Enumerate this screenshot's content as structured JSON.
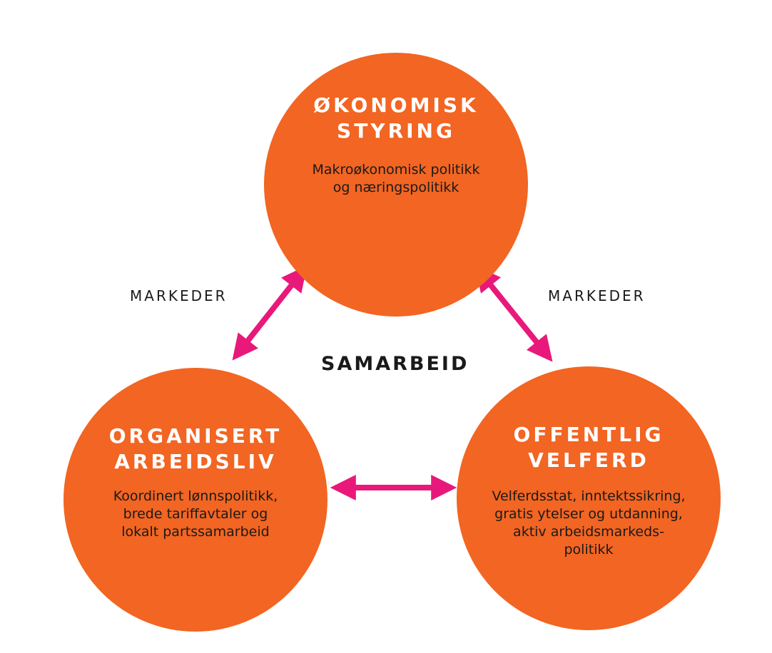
{
  "colors": {
    "circle_fill": "#f26522",
    "arrow": "#e8197a",
    "title_text": "#ffffff",
    "body_text": "#1a1a1a"
  },
  "nodes": {
    "economic": {
      "title": "ØKONOMISK\nSTYRING",
      "description": "Makroøkonomisk politikk\nog næringspolitikk"
    },
    "labour": {
      "title": "ORGANISERT\nARBEIDSLIV",
      "description": "Koordinert lønnspolitikk,\nbrede tariffavtaler og\nlokalt partssamarbeid"
    },
    "welfare": {
      "title": "OFFENTLIG\nVELFERD",
      "description": "Velferdsstat, inntektssikring,\ngratis ytelser og utdanning,\naktiv arbeidsmarkeds-\npolitikk"
    }
  },
  "edges": {
    "left_label": "MARKEDER",
    "right_label": "MARKEDER",
    "center_label": "SAMARBEID"
  }
}
